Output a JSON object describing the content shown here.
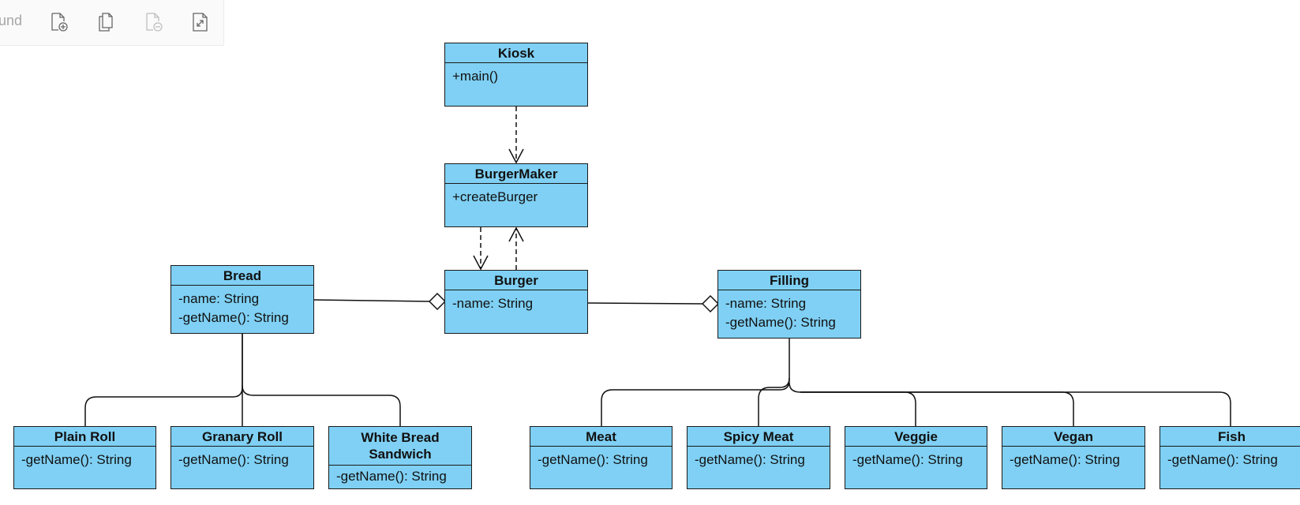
{
  "toolbar": {
    "label": "und",
    "buttons": [
      {
        "name": "new-page-button",
        "icon": "page-add-icon",
        "enabled": true
      },
      {
        "name": "duplicate-page-button",
        "icon": "pages-copy-icon",
        "enabled": true
      },
      {
        "name": "remove-page-button",
        "icon": "page-remove-icon",
        "enabled": false
      },
      {
        "name": "fit-page-button",
        "icon": "page-fit-icon",
        "enabled": true
      }
    ]
  },
  "colors": {
    "class_fill": "#7fd0f4",
    "class_border": "#1a1a1a",
    "edge": "#111111"
  },
  "diagram": {
    "classes": {
      "kiosk": {
        "name": "Kiosk",
        "members": [
          "+main()"
        ]
      },
      "burgermaker": {
        "name": "BurgerMaker",
        "members": [
          "+createBurger"
        ]
      },
      "burger": {
        "name": "Burger",
        "members": [
          "-name: String"
        ]
      },
      "bread": {
        "name": "Bread",
        "members": [
          "-name: String",
          "-getName(): String"
        ]
      },
      "filling": {
        "name": "Filling",
        "members": [
          "-name: String",
          "-getName(): String"
        ]
      },
      "plainroll": {
        "name": "Plain Roll",
        "members": [
          "-getName(): String"
        ]
      },
      "granaryroll": {
        "name": "Granary Roll",
        "members": [
          "-getName(): String"
        ]
      },
      "whitebread": {
        "name": "White Bread Sandwich",
        "members": [
          "-getName(): String"
        ]
      },
      "meat": {
        "name": "Meat",
        "members": [
          "-getName(): String"
        ]
      },
      "spicymeat": {
        "name": "Spicy Meat",
        "members": [
          "-getName(): String"
        ]
      },
      "veggie": {
        "name": "Veggie",
        "members": [
          "-getName(): String"
        ]
      },
      "vegan": {
        "name": "Vegan",
        "members": [
          "-getName(): String"
        ]
      },
      "fish": {
        "name": "Fish",
        "members": [
          "-getName(): String"
        ]
      }
    },
    "relations": [
      {
        "from": "Kiosk",
        "to": "BurgerMaker",
        "type": "dependency"
      },
      {
        "from": "BurgerMaker",
        "to": "Burger",
        "type": "dependency"
      },
      {
        "from": "Burger",
        "to": "BurgerMaker",
        "type": "dependency"
      },
      {
        "from": "Bread",
        "to": "Burger",
        "type": "aggregation"
      },
      {
        "from": "Burger",
        "to": "Filling",
        "type": "aggregation"
      },
      {
        "from": "Plain Roll",
        "to": "Bread",
        "type": "line"
      },
      {
        "from": "Granary Roll",
        "to": "Bread",
        "type": "line"
      },
      {
        "from": "White Bread Sandwich",
        "to": "Bread",
        "type": "line"
      },
      {
        "from": "Meat",
        "to": "Filling",
        "type": "line"
      },
      {
        "from": "Spicy Meat",
        "to": "Filling",
        "type": "line"
      },
      {
        "from": "Veggie",
        "to": "Filling",
        "type": "line"
      },
      {
        "from": "Vegan",
        "to": "Filling",
        "type": "line"
      },
      {
        "from": "Fish",
        "to": "Filling",
        "type": "line"
      }
    ]
  }
}
